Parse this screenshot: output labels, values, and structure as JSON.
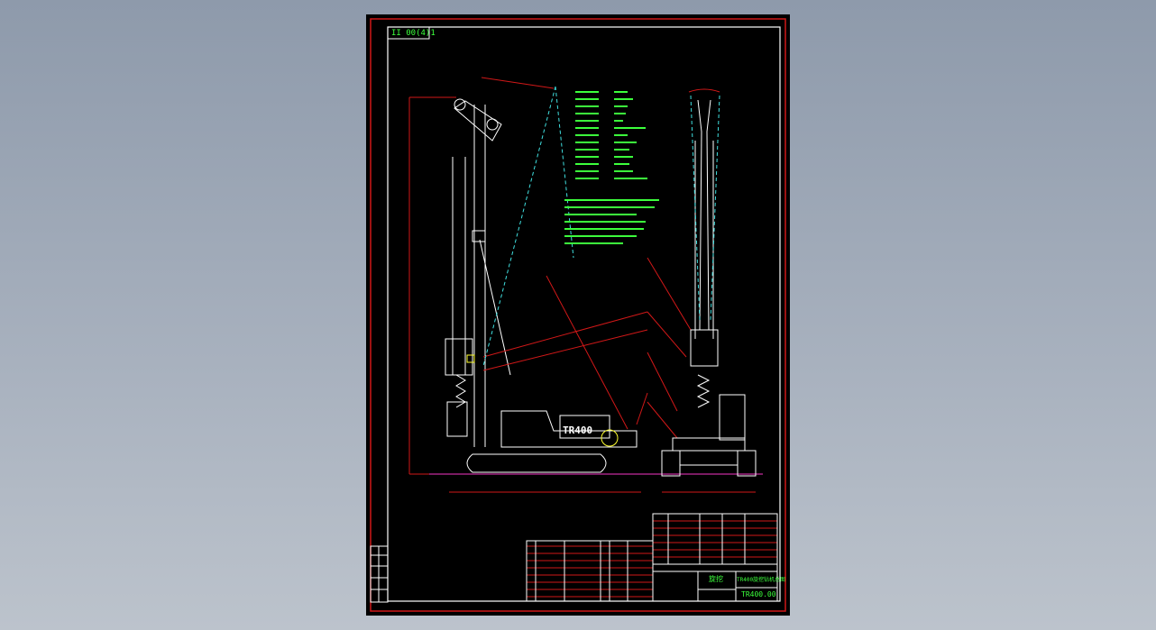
{
  "drawing": {
    "sheet_code": "II 00(4)1",
    "machine_label": "TR400",
    "title_name": "TR400旋挖钻机总图",
    "drawing_number": "TR400.00",
    "title_header": "旋挖",
    "colors": {
      "frame": "#ff2020",
      "outline": "#ffffff",
      "text": "#3cff3c",
      "centerline": "#40e0e0",
      "hatch": "#ffff30"
    }
  }
}
